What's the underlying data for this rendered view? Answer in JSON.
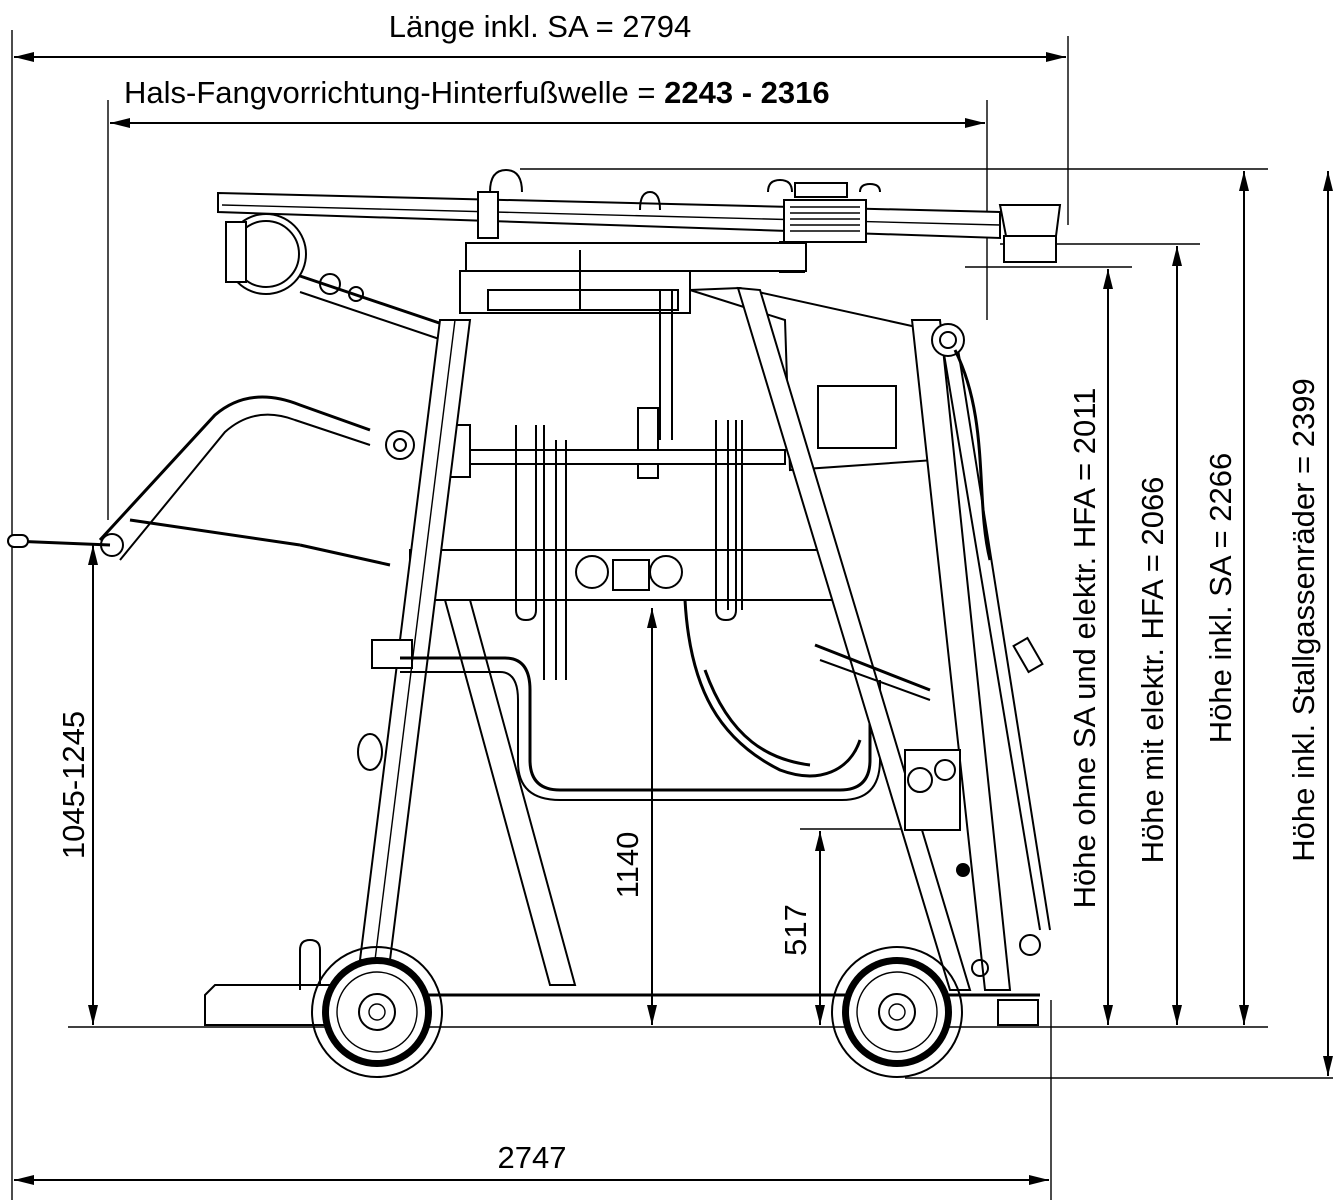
{
  "dimensions": {
    "length_incl_sa": "Länge inkl. SA = 2794",
    "neck_rail_label": "Hals-Fangvorrichtung-Hinterfußwelle = ",
    "neck_rail_value": "2243 - 2316",
    "wheelbase_total": "2747",
    "handle_height": "1045-1245",
    "frame_height": "1140",
    "lower_height": "517",
    "height_without_sa": "Höhe ohne SA und elektr. HFA = 2011",
    "height_with_hfa": "Höhe mit elektr. HFA = 2066",
    "height_incl_sa": "Höhe inkl. SA = 2266",
    "height_incl_wheels": "Höhe inkl. Stallgassenräder = 2399"
  }
}
